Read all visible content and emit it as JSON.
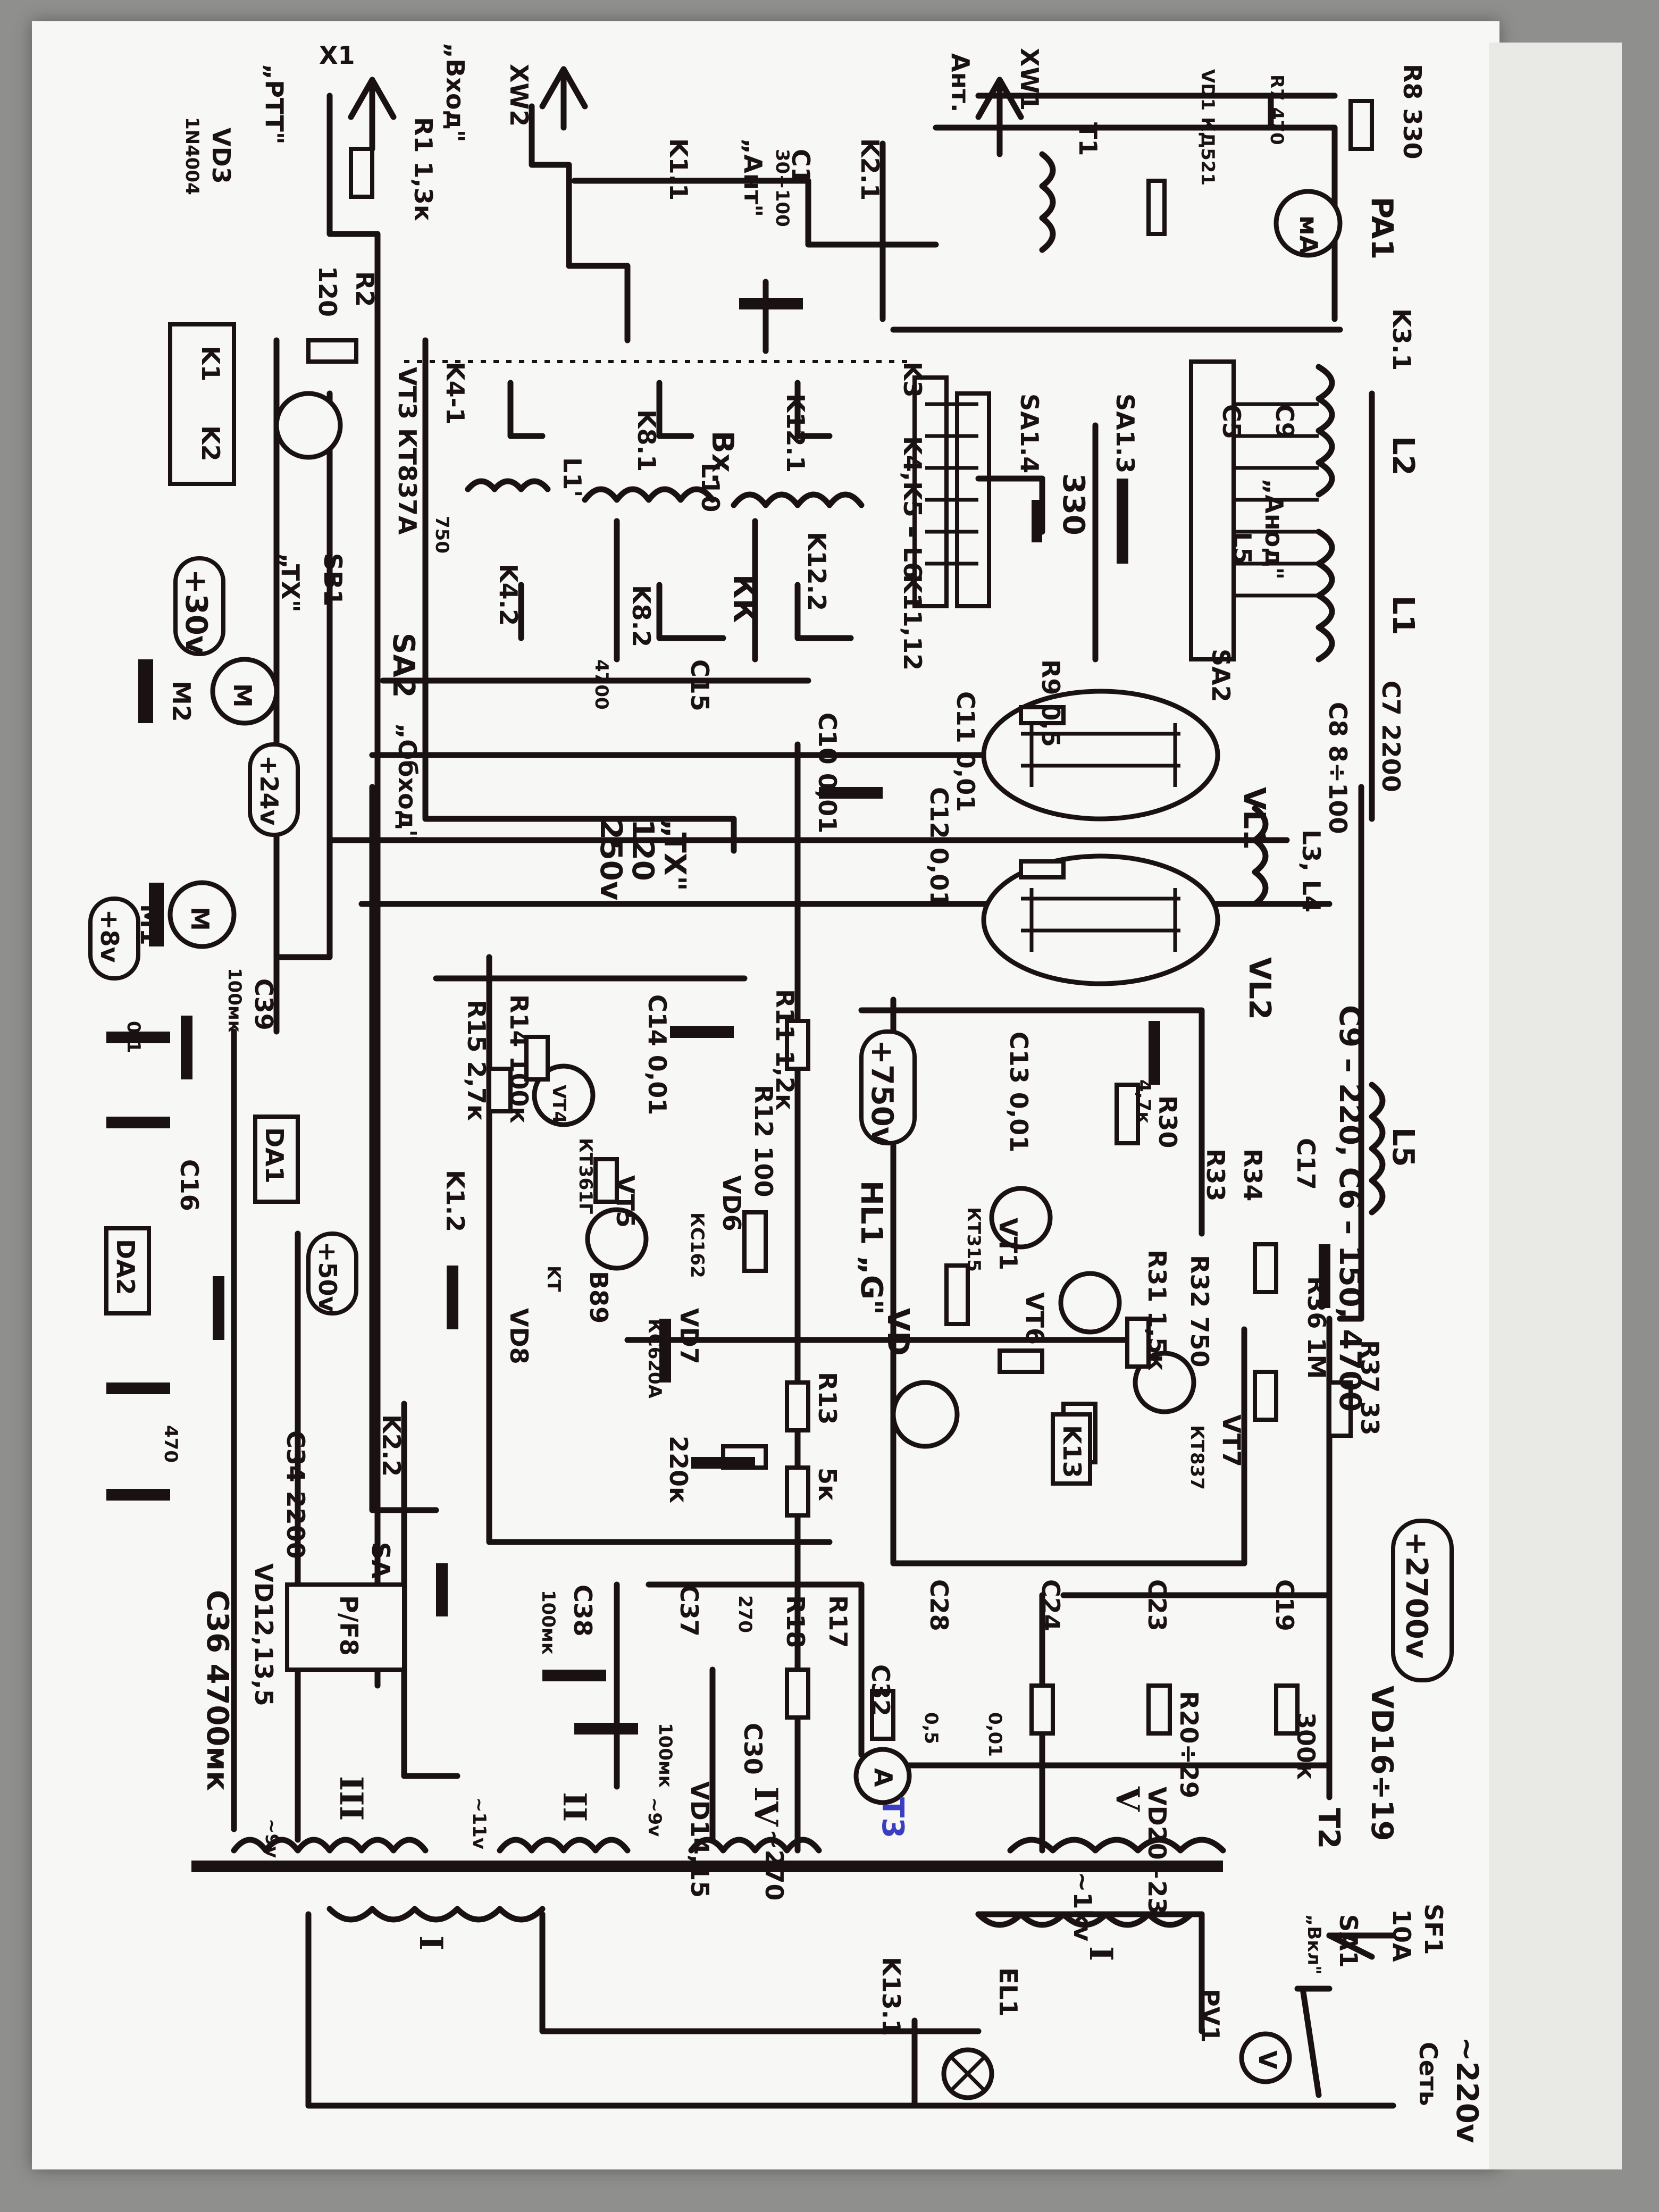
{
  "title_blocks": {
    "x1": "X1",
    "ptt": "„PTT\"",
    "xw2": "XW2",
    "vhod": "„Вход\"",
    "ant": "Ант.",
    "xw1": "XW1",
    "r8": "R8 330",
    "pa1": "PA1",
    "r7": "R7 470",
    "vd1": "VD1 КД521"
  },
  "top_labels": {
    "r1": "R1 1,3к",
    "vd3": "VD3",
    "vd3_type": "1N4004",
    "r2": "R2",
    "r2_val": "120",
    "k11": "K1.1",
    "k21": "K2.1",
    "c1": "C1",
    "c1_val": "30÷100",
    "ant_q": "„Ант\"",
    "t1": "T1",
    "ma": "мА",
    "k31": "K3.1",
    "l2": "L2",
    "l1": "L1",
    "anod": "„Анод\""
  },
  "relay_block": {
    "k1": "K1",
    "k2": "K2",
    "vt3": "VT3 КТ837А",
    "sb1": "SB1",
    "tx": "„TX\"",
    "sa2": "SA2",
    "obhod": "„Обход\"",
    "k41": "K4-1",
    "l1y": "L1'",
    "k81": "K8.1",
    "vh": "Вх.",
    "k121": "K12.1",
    "l10": "L10",
    "kk": "КК",
    "k42": "K4.2",
    "k82": "K8.2",
    "k122": "K12.2",
    "n750": "750",
    "k3": "K3",
    "k45l6": "K4,K5 – L6",
    "k1112": "K11,12",
    "sa14": "SA1.4",
    "sa13": "SA1.3",
    "n330": "330",
    "sa2b": "SA2",
    "c5": "C5",
    "c9": "C9",
    "l5": "L5"
  },
  "amp_block": {
    "c15": "C15",
    "c15_val": "4700",
    "c10": "C10 0,01",
    "c11": "C11 0,01",
    "c12": "C12 0,01",
    "r9": "R9 0,5",
    "vl1": "VL1",
    "vl2": "VL2",
    "l3l4": "L3, L4",
    "c7": "C7 2200",
    "c8": "C8 8÷100",
    "tx2": "„TX\"",
    "tx2_val": "120",
    "tx2_volt": "250v",
    "c9c6": "C9 – 220, C6 – 150, 4700",
    "c17": "C17",
    "l5b": "L5"
  },
  "power_rails": {
    "p30": "+30v",
    "p24": "+24v",
    "p8": "+8v",
    "p50": "+50v",
    "p750": "+750v",
    "p2700": "+2700v",
    "m1": "M1",
    "m2": "M2",
    "m": "M"
  },
  "lower_labels": {
    "c39": "C39",
    "c39_val": "100мк",
    "da1": "DA1",
    "da2": "DA2",
    "c16": "C16",
    "c34": "C34 2200",
    "c36": "C36 4700мк",
    "vd12": "VD12,13,5",
    "n470": "470",
    "n01": "0,1",
    "k22": "K2.2",
    "sa": "SA",
    "pa": "P/F8",
    "r11": "R11 1,2к",
    "r12": "R12 100",
    "vd6": "VD6",
    "vd6_type": "КС162",
    "c14": "C14 0,01",
    "r14": "R14 100к",
    "r15": "R15 2,7к",
    "vt4": "VT4",
    "vt5": "VT5",
    "kt361": "КТ361Г",
    "k12": "K1.2",
    "b89": "B89",
    "kt": "KT",
    "vd8": "VD8",
    "vd7": "VD7",
    "kc620": "КС620А",
    "r13": "R13",
    "r13_val": "5к",
    "n220k": "220к",
    "hl1": "HL1 „G\"",
    "c13": "C13 0,01",
    "r30": "R30",
    "n47k": "4,7к",
    "vt1": "VT1",
    "kt315": "КТ315",
    "vt6": "VT6",
    "r31": "R31 1,5к",
    "r32": "R32 750",
    "r33": "R33",
    "r34": "R34",
    "r36": "R36 1М",
    "r37": "R37 33",
    "vt7": "VT7",
    "kt837": "КТ837",
    "k13": "K13",
    "vd_lbl": "VD",
    "c28": "C28",
    "c24": "C24",
    "c23": "C23",
    "c19": "C19",
    "vd16": "VD16÷19",
    "r20": "R20÷29",
    "n300k": "300к",
    "vd20": "VD20÷23",
    "c38": "C38",
    "c38_val": "100мк",
    "c37": "C37",
    "c37_val": "100мк",
    "r17": "R17",
    "r18": "R18",
    "n270": "270",
    "c30": "C30",
    "c32": "C32",
    "vd1415": "VD14,15",
    "ammeter": "A",
    "n05": "0,5",
    "n001": "0,01"
  },
  "transformer": {
    "w3": "III",
    "w2": "II",
    "w4": "IV",
    "w5": "V",
    "w1a": "I",
    "w1b": "I",
    "v9": "~9v",
    "v11": "~11v",
    "v9b": "~9v",
    "v270": "~270",
    "v1kv": "~1kv",
    "t3": "T3",
    "t2": "T2"
  },
  "mains": {
    "sf1": "SF1",
    "sf1_val": "10A",
    "sa1": "SA1",
    "vkl": "„Вкл\"",
    "pv1": "PV1",
    "el1": "EL1",
    "k131": "K13.1",
    "v": "V",
    "mains": "~220v",
    "mains2": "Сеть"
  }
}
